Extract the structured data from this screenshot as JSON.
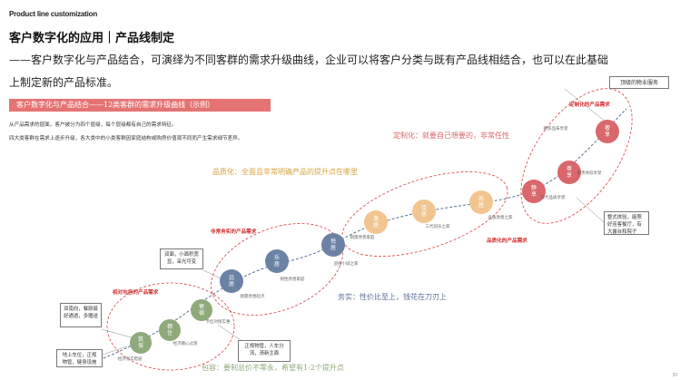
{
  "header": {
    "label": "Product line customization"
  },
  "title": "客户数字化的应用｜产品线制定",
  "intro": {
    "line1": "——客户数字化与产品结合，可演绎为不同客群的需求升级曲线，企业可以将客户分类与既有产品线相结合，也可以在此基础",
    "line2": "上制定新的产品标准。"
  },
  "banner": "客户数字化与产品结合——12类客群的需求升级曲线（示例）",
  "description": {
    "line1": "从产品需求的层面，客户被分为四个层级，每个层级都有自己的需求特征。",
    "line2": "四大类客群在需求上逐步升级，各大类中的小类客群因家庭结构或购房价值观不同而产生需求细节差异。"
  },
  "groups": {
    "baorong": {
      "label": "相对包容的产品需求",
      "note": "包容：要制总价不零永，希望有1-2个提升点"
    },
    "wushi": {
      "label": "非常务实的产品需求",
      "note": "务实：性价比至上，钱花在刀刃上"
    },
    "pinzhi": {
      "label": "品质化的产品需求",
      "note": "品质化：全面且非常明确产品的提升点在哪里"
    },
    "dingzhi": {
      "label": "定制化的产品需求",
      "note": "定制化：就要自己想要的，非常任性"
    }
  },
  "nodes": [
    {
      "name": "筑俣",
      "sub": "经济务实稳居"
    },
    {
      "name": "栖住",
      "sub": "经济顺心过渡"
    },
    {
      "name": "寄宿",
      "sub": "节俭对接实惠"
    },
    {
      "name": "远居",
      "sub": "刚需改善起点"
    },
    {
      "name": "乐居",
      "sub": "刚性改善家庭"
    },
    {
      "name": "悦居",
      "sub": "迎接小城之家"
    },
    {
      "name": "逸居",
      "sub": "刚需改善家庭"
    },
    {
      "name": "佳居",
      "sub": "三代同乐之家"
    },
    {
      "name": "尚居",
      "sub": "品质改善之家"
    },
    {
      "name": "静享",
      "sub": "现代品质享受"
    },
    {
      "name": "尊享",
      "sub": "尊贵体验享受"
    },
    {
      "name": "奢享",
      "sub": "奢侈品味享受"
    }
  ],
  "callouts": {
    "c1": "双南向，餐厨最好通透，多赠送",
    "c2": "双面，小面积宽显，采光可变",
    "c3": "地上车位，正规物管，健身设施",
    "c4": "正规物管，人车分流，清新主面",
    "c5": "顶级的物业服务",
    "c6": "整式体验，能照好连客餐厅，有大露台和院子"
  },
  "page_number": "30",
  "colors": {
    "green": "#8faa7a",
    "blue": "#6b82a5",
    "orange": "#f2c590",
    "red": "#d9676b",
    "dashedRed": "#d84343",
    "curve": "#5a6f95"
  }
}
